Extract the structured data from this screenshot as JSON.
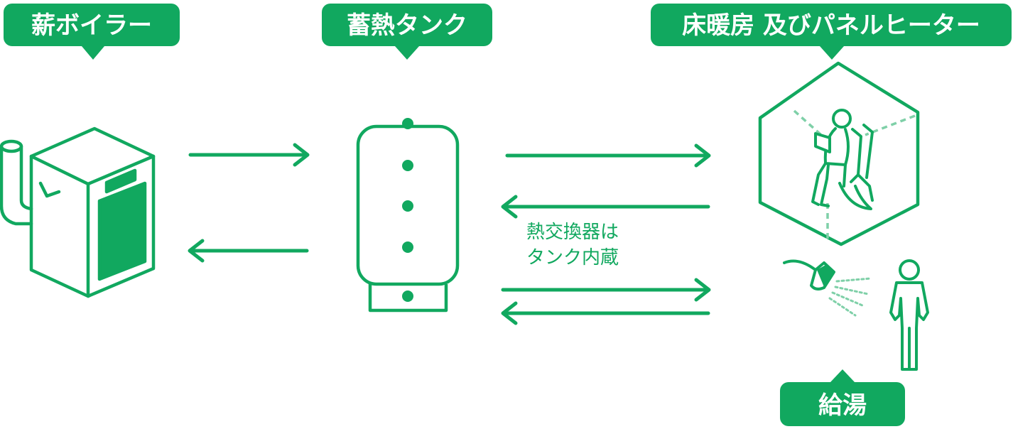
{
  "colors": {
    "accent": "#11a85f",
    "label_text": "#ffffff",
    "dashed": "#7fd0a8",
    "background": "#ffffff"
  },
  "labels": {
    "boiler": "薪ボイラー",
    "tank": "蓄熱タンク",
    "heating": "床暖房 及びパネルヒーター",
    "hot_water": "給湯"
  },
  "note": {
    "line1": "熱交換器は",
    "line2": "タンク内蔵"
  },
  "icons": [
    "wood-boiler-icon",
    "heat-storage-tank-icon",
    "house-with-person-icon",
    "shower-head-icon",
    "standing-person-icon"
  ]
}
